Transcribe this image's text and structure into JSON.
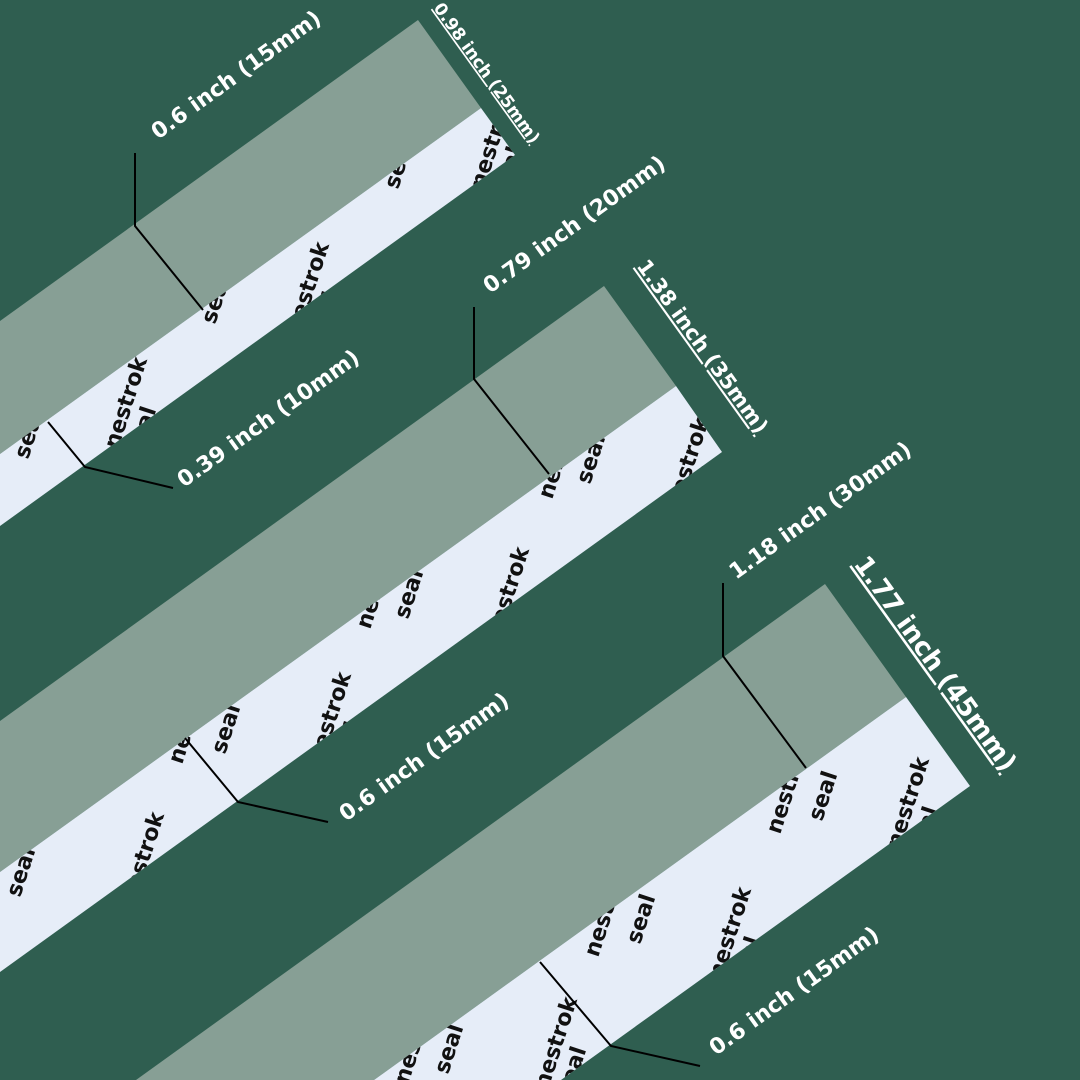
{
  "colors": {
    "background": "#2f5e50",
    "foam": "#879f95",
    "liner": "#e6edf8",
    "label_text": "#ffffff",
    "callout_line": "#000000",
    "logo_text": "#111111"
  },
  "strips": [
    {
      "total_width_label": "0.98 inch (25mm)",
      "foam_width_label": "0.6 inch (15mm)",
      "liner_width_label": "0.39 inch (10mm)"
    },
    {
      "total_width_label": "1.38 inch (35mm)",
      "foam_width_label": "0.79 inch (20mm)",
      "liner_width_label": "0.6 inch (15mm)"
    },
    {
      "total_width_label": "1.77 inch (45mm)",
      "foam_width_label": "1.18 inch (30mm)",
      "liner_width_label": "0.6 inch (15mm)"
    }
  ],
  "liner_logo": {
    "line1": "nestrok",
    "line2": "seal"
  }
}
